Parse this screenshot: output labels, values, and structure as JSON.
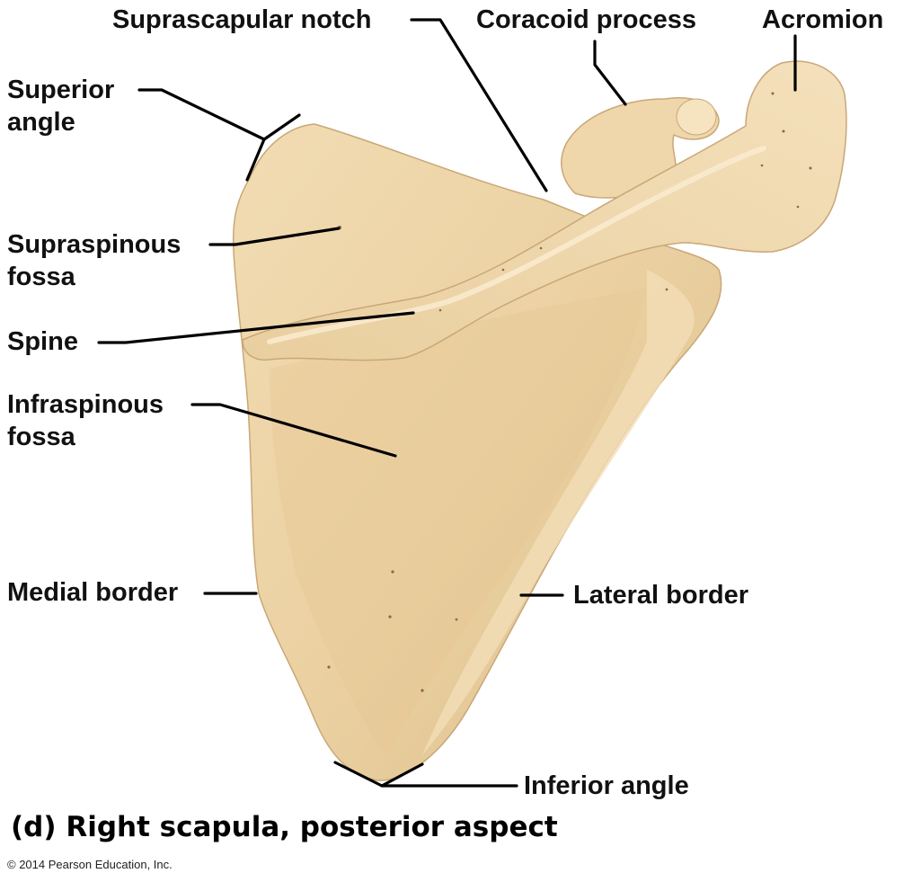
{
  "labels": {
    "suprascapular_notch": "Suprascapular notch",
    "coracoid_process": "Coracoid process",
    "acromion": "Acromion",
    "superior_angle_1": "Superior",
    "superior_angle_2": "angle",
    "supraspinous_fossa_1": "Supraspinous",
    "supraspinous_fossa_2": "fossa",
    "spine": "Spine",
    "infraspinous_fossa_1": "Infraspinous",
    "infraspinous_fossa_2": "fossa",
    "medial_border": "Medial border",
    "lateral_border": "Lateral border",
    "inferior_angle": "Inferior angle"
  },
  "caption": "(d) Right scapula, posterior aspect",
  "copyright": "© 2014 Pearson Education, Inc.",
  "colors": {
    "bone": "#ecd3a6",
    "bone_light": "#f5e2bf",
    "bone_shadow": "#c9a777",
    "leader": "#000000",
    "text": "#111111"
  }
}
